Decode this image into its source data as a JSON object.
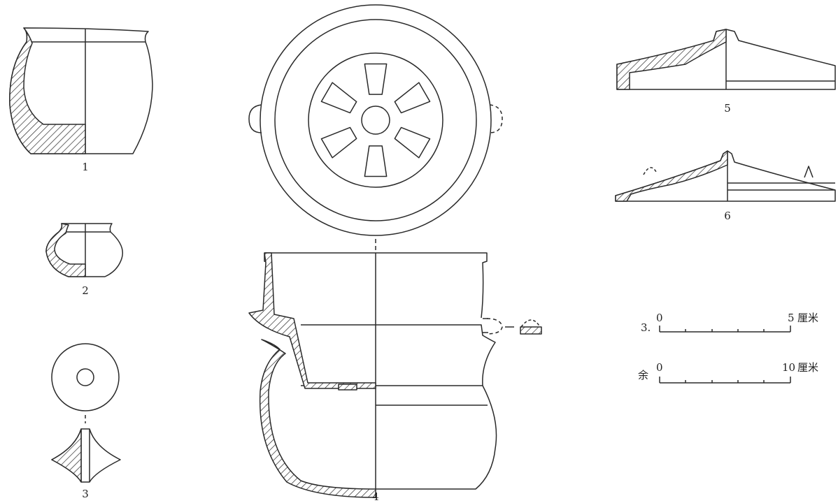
{
  "figures": {
    "f1": {
      "label": "1"
    },
    "f2": {
      "label": "2"
    },
    "f3": {
      "label": "3"
    },
    "f4": {
      "label": "4"
    },
    "f5": {
      "label": "5"
    },
    "f6": {
      "label": "6"
    }
  },
  "scales": {
    "small": {
      "prefix": "3.",
      "zero": "0",
      "max": "5",
      "unit": "厘米"
    },
    "large": {
      "prefix": "余",
      "zero": "0",
      "max": "10",
      "unit": "厘米"
    }
  },
  "colors": {
    "ink": "#2a2a2a",
    "paper": "#ffffff"
  }
}
